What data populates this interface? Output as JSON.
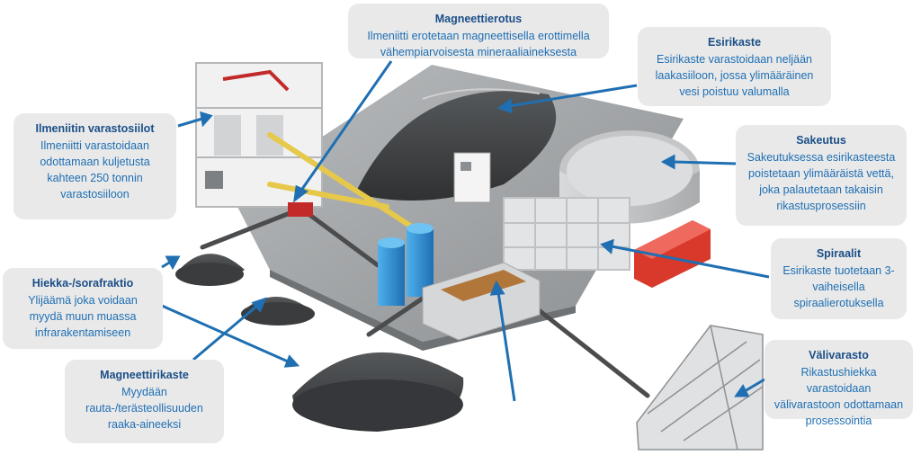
{
  "colors": {
    "accent": "#1f6fb2",
    "title": "#1b4f87",
    "box_bg": "#e9e9ea",
    "ground": "#9c9fa1",
    "pile": "#3f4143",
    "silo_blue": "#2a8fd6",
    "container_red": "#d8392b",
    "conveyor_yellow": "#e6c84a"
  },
  "callouts": {
    "magneettierotus": {
      "title": "Magneettierotus",
      "body": "Ilmeniitti erotetaan magneettisella erottimella vähempiarvoisesta mineraaliaineksesta"
    },
    "esirikaste": {
      "title": "Esirikaste",
      "body": "Esirikaste varastoidaan neljään laakasiiloon, jossa ylimääräinen vesi poistuu valumalla"
    },
    "ilmeniitin_varastosiilot": {
      "title": "Ilmeniitin varastosiilot",
      "body": "Ilmeniitti varastoidaan odottamaan kuljetusta kahteen 250 tonnin varastosiiloon"
    },
    "sakeutus": {
      "title": "Sakeutus",
      "body": "Sakeutuksessa esirikasteesta poistetaan ylimääräistä vettä, joka palautetaan takaisin rikastusprosessiin"
    },
    "spiraalit": {
      "title": "Spiraalit",
      "body": "Esirikaste tuotetaan 3-vaiheisella spiraalierotuksella"
    },
    "hiekka_sorafraktio": {
      "title": "Hiekka-/sorafraktio",
      "body": "Ylijäämä joka voidaan myydä muun muassa infrarakentamiseen"
    },
    "magneettirikaste": {
      "title": "Magneettirikaste",
      "body": "Myydään rauta-/terästeollisuuden raaka-aineeksi"
    },
    "valivarasto": {
      "title": "Välivarasto",
      "body": "Rikastushiekka varastoidaan välivarastoon odottamaan prosessointia"
    }
  }
}
